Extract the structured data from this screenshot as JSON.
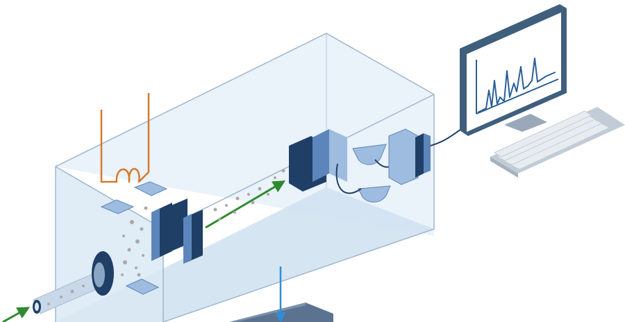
{
  "diagram": {
    "type": "mass-spectrometer-schematic",
    "text_labels": [],
    "components": [
      "sample-inlet",
      "heated-filament-coil",
      "ionization-plates",
      "accelerating-plates",
      "ion-beam",
      "mass-analyzer-plates",
      "detector-cups",
      "vacuum-chamber",
      "vacuum-pump-outlet",
      "computer-monitor",
      "keyboard"
    ],
    "colors": {
      "chamber_fill": "#dbe9f5",
      "chamber_edge": "#9fb6cc",
      "plate_dark": "#1f3f66",
      "plate_mid": "#5c86bb",
      "plate_light": "#9dbce0",
      "filament": "#d4792f",
      "beam_arrow": "#2e8a2e",
      "pump_arrow": "#2f8fd6",
      "monitor_frame": "#3f5f7d",
      "spectrum_line": "#2a5f96",
      "particles": "#a9a9a9"
    }
  }
}
